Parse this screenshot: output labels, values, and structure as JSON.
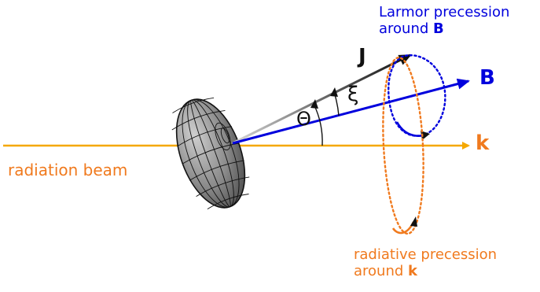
{
  "labels": {
    "larmor_line1": "Larmor precession",
    "larmor_line2_prefix": "around ",
    "larmor_line2_symbol": "B",
    "j_vector": "J",
    "b_vector": "B",
    "k_vector": "k",
    "xi_angle": "ξ",
    "theta_angle": "Θ",
    "radiation_beam": "radiation beam",
    "radiative_line1": "radiative precession",
    "radiative_line2_prefix": "around ",
    "radiative_line2_symbol": "k"
  },
  "colors": {
    "beam": "#f5a800",
    "b_field": "#0000dd",
    "j_vector": "#222222",
    "precession_label": "#f07a1e",
    "larmor_label": "#0000dd",
    "disk_fill": "#8a8a8a"
  }
}
